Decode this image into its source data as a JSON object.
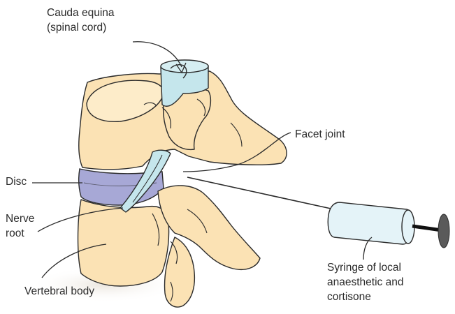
{
  "labels": {
    "cauda_equina": [
      "Cauda equina",
      "(spinal cord)"
    ],
    "facet_joint": "Facet joint",
    "disc": "Disc",
    "nerve_root": [
      "Nerve",
      "root"
    ],
    "vertebral_body": "Vertebral body",
    "syringe": [
      "Syringe of local",
      "anaesthetic and",
      "cortisone"
    ]
  },
  "colors": {
    "bone": "#fbe2b4",
    "bone_light": "#fdecc9",
    "spinal_cord": "#c5e6ec",
    "disc": "#a7a8d6",
    "syringe": "#e4f3f8",
    "outline": "#2b2b2b",
    "needle": "#111111",
    "plunger": "#5a5a5a"
  }
}
